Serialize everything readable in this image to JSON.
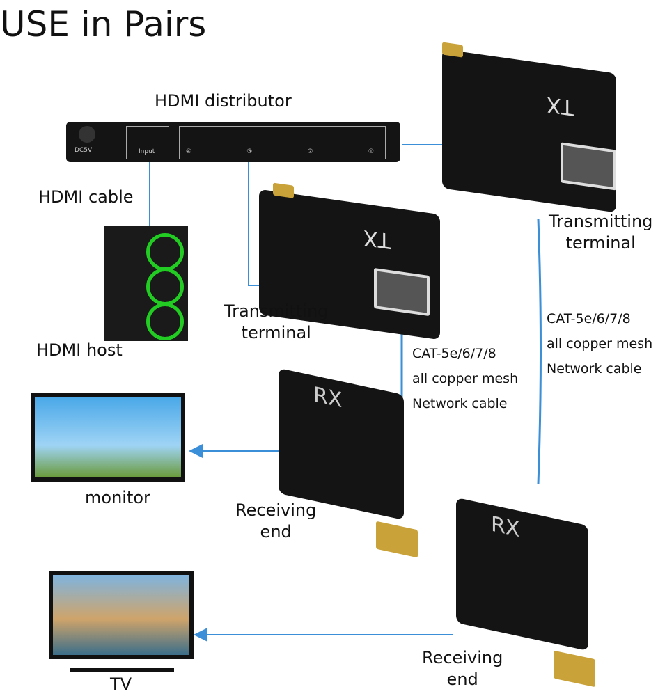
{
  "title": "USE in Pairs",
  "distributor": {
    "label": "HDMI distributor",
    "power": "DC5V",
    "input": "Input",
    "ports": [
      "④",
      "③",
      "②",
      "①"
    ]
  },
  "hdmi_cable": "HDMI cable",
  "hdmi_host": "HDMI host",
  "tx_label": "TX",
  "rx_label": "RX",
  "transmitting_terminal": [
    "Transmitting",
    "terminal"
  ],
  "network_cable": [
    "CAT-5e/6/7/8",
    "all copper mesh",
    "Network cable"
  ],
  "receiving_end": [
    "Receiving",
    "end"
  ],
  "monitor": "monitor",
  "tv": "TV",
  "colors": {
    "arrow": "#3a8fd8",
    "cable": "#3b8fd6",
    "device": "#141414",
    "gold": "#c9a23a"
  }
}
